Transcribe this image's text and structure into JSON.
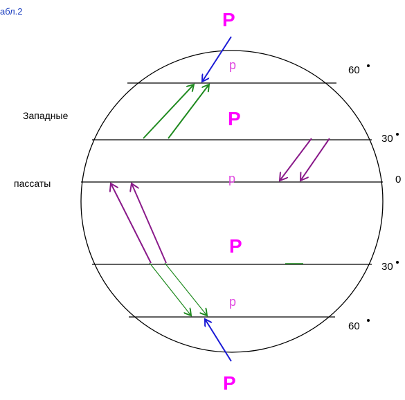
{
  "corner_label": "абл.2",
  "labels": {
    "westerlies": "Западные",
    "trades": "пассаты"
  },
  "latitudes": {
    "n60": "60",
    "n30": "30",
    "eq": "0",
    "s30": "30",
    "s60": "60"
  },
  "pressure": {
    "pole_top": "P",
    "p_60n": "p",
    "p_30n": "P",
    "p_eq": "p",
    "p_30s": "P",
    "p_60s": "p",
    "pole_bottom": "P"
  },
  "colors": {
    "circle": "#000000",
    "polar_easterlies": "#1a1ad6",
    "westerlies": "#1f8a1f",
    "trade_winds": "#8a1a8a",
    "high_pressure": "#ff00ff",
    "low_pressure": "#e04ae0",
    "corner_label": "#1a3dbf"
  }
}
